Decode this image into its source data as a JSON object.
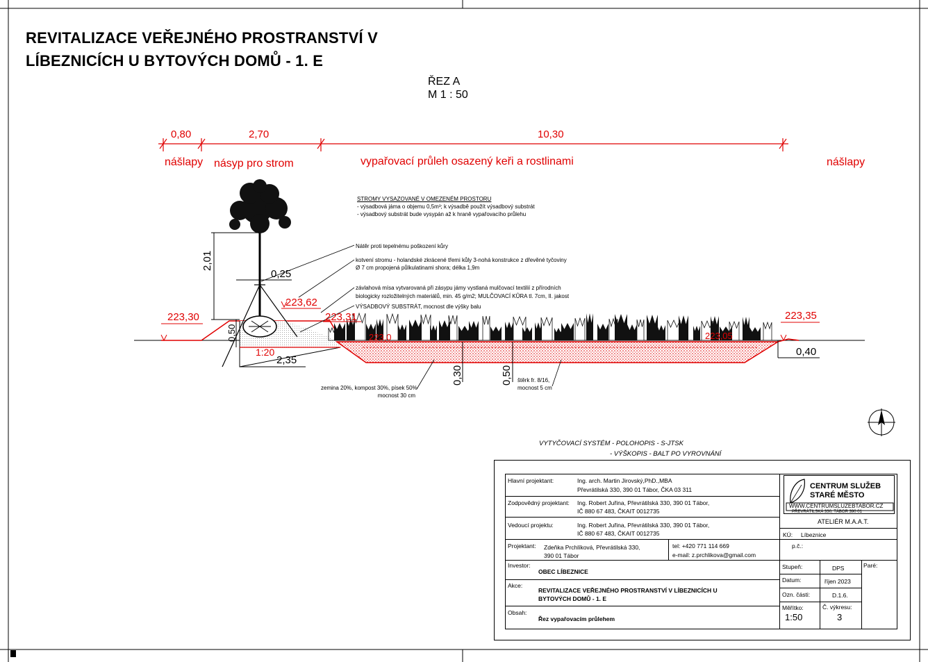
{
  "title": {
    "line1": "REVITALIZACE VEŘEJNÉHO PROSTRANSTVÍ V",
    "line2": "LÍBEZNICÍCH U BYTOVÝCH DOMŮ - 1. E"
  },
  "section": {
    "name": "ŘEZ A",
    "scale": "M 1 : 50"
  },
  "top_dims": [
    "0,80",
    "2,70",
    "10,30"
  ],
  "zones": [
    "nášlapy",
    "násyp pro strom",
    "vypařovací průleh osazený keři a rostlinami",
    "nášlapy"
  ],
  "tree_note": {
    "heading": "STROMY VYSAZOVANÉ V OMEZENÉM PROSTORU",
    "lines": [
      "- výsadbová jáma o objemu 0,5m³; k výsadbě použít výsadbový substrát",
      "- výsadbový substrát bude vysypán až k hraně vypařovacího průlehu"
    ]
  },
  "callouts": [
    "Nátěr proti tepelnému poškození kůry",
    "kotvení stromu - holandské zkrácené třemi kůly 3-nohá konstrukce z dřevěné tyčoviny",
    "Ø 7 cm propojená půlkulatinami shora; délka 1,9m",
    "závlahová mísa vytvarovaná při zásypu jámy vystlaná mulčovací textilií z přírodních",
    "biologicky rozložitelných materiálů, min. 45 g/m2; MULČOVACÍ KŮRA tl. 7cm, II. jakost",
    "VÝSADBOVÝ SUBSTRÁT, mocnost dle výšky balu"
  ],
  "elevations": [
    "223,30",
    "223,62",
    "223,31",
    "223,35",
    "223,0",
    "223,05"
  ],
  "dims": {
    "tree_height": "2,01",
    "trunk": "0,25",
    "d050": "0,50",
    "slope": "1:20",
    "base": "2,35",
    "d030": "0,30",
    "d050b": "0,50",
    "d040": "0,40"
  },
  "bottom_notes": {
    "soil": [
      "zemina 20%, kompost 30%, písek 50%",
      "mocnost 30 cm"
    ],
    "gravel": [
      "štěrk fr. 8/16,",
      "mocnost 5 cm"
    ]
  },
  "survey": {
    "line1": "VYTYČOVACÍ SYSTÉM  - POLOHOPIS  - S-JTSK",
    "line2": "- VÝŠKOPIS - BALT PO VYROVNÁNÍ"
  },
  "title_block": {
    "hlavni_label": "Hlavní projektant:",
    "hlavni_1": "Ing. arch. Martin Jirovský,PhD.,MBA",
    "hlavni_2": "Převrátilská 330, 390 01 Tábor, ČKA 03 311",
    "zodp_label": "Zodpovědný projektant:",
    "zodp_1": "Ing. Robert Juřina, Převrátilská 330, 390 01 Tábor,",
    "zodp_2": "IČ 880 67 483, ČKAIT 0012735",
    "ved_label": "Vedoucí projektu:",
    "ved_1": "Ing. Robert Juřina, Převrátilská 330, 390 01 Tábor,",
    "ved_2": "IČ 880 67 483, ČKAIT 0012735",
    "proj_label": "Projektant:",
    "proj_1": "Zdeňka Prchlíková, Převrátilská 330,",
    "proj_2": "390 01 Tábor",
    "tel": "tel: +420 771 114 669",
    "email": "e-mail: z.prchlikova@gmail.com",
    "inv_label": "Investor:",
    "inv": "OBEC LÍBEZNICE",
    "akce_label": "Akce:",
    "akce_1": "REVITALIZACE VEŘEJNÉHO PROSTRANSTVÍ V LÍBEZNICÍCH U",
    "akce_2": "BYTOVÝCH DOMŮ - 1. E",
    "obsah_label": "Obsah:",
    "obsah": "Řez vypařovacím průlehem",
    "logo_name": "CENTRUM SLUŽEB STARÉ MĚSTO",
    "logo_web": "WWW.CENTRUMSLUZEBTABOR.CZ",
    "logo_addr": "PŘEVRÁTILSKÁ 330, TÁBOR 390 01",
    "atelier": "ATELIÉR M.A.A.T.",
    "ku_label": "KÚ:",
    "ku": "Líbeznice",
    "pc_label": "p.č.:",
    "stupen_label": "Stupeň:",
    "stupen": "DPS",
    "pare_label": "Paré:",
    "datum_label": "Datum:",
    "datum": "říjen 2023",
    "ozn_label": "Ozn. části:",
    "ozn": "D.1.6.",
    "meritko_label": "Měřítko:",
    "meritko": "1:50",
    "cvykresu_label": "Č. výkresu:",
    "cvykresu": "3"
  }
}
